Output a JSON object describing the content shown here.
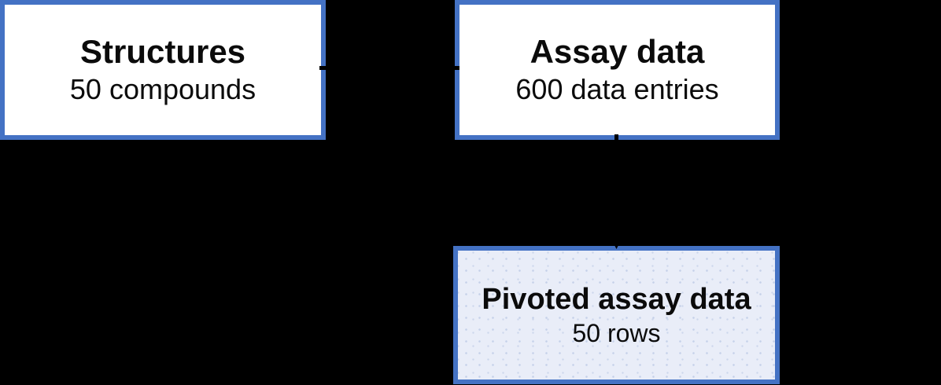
{
  "diagram": {
    "background_color": "#000000",
    "border_color": "#4472C4",
    "text_color": "#0B0B0B",
    "nodes": [
      {
        "id": "structures",
        "title": "Structures",
        "subtitle": "50 compounds",
        "fill": "#FFFFFF"
      },
      {
        "id": "assay-data",
        "title": "Assay data",
        "subtitle": "600 data entries",
        "fill": "#FFFFFF"
      },
      {
        "id": "pivoted-assay-data",
        "title": "Pivoted assay data",
        "subtitle": "50 rows",
        "fill": "#E9EDF8",
        "texture": "stipple-dots",
        "dot_color": "#C6D1E9"
      }
    ],
    "connectors": [
      {
        "from": "structures",
        "to": "assay-data",
        "shape": "horizontal-line",
        "color": "#000000"
      },
      {
        "from": "assay-data",
        "to": "pivoted-assay-data",
        "shape": "vertical-arrow-down",
        "color": "#000000"
      }
    ]
  }
}
